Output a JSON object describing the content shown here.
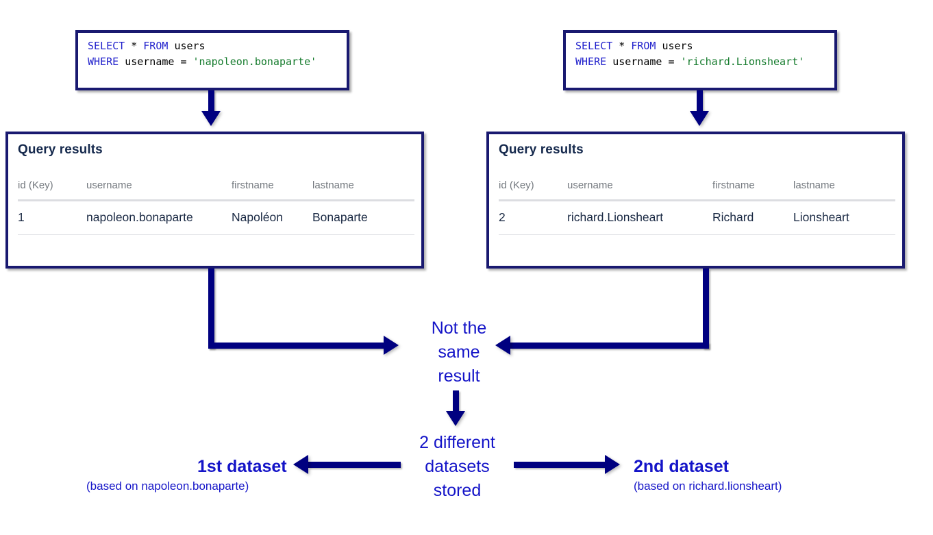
{
  "colors": {
    "border": "#191970",
    "connector": "#000080",
    "label_blue": "#1414c8",
    "keyword": "#2222cc",
    "string": "#137a2b",
    "header_gray": "#74797f",
    "title_navy": "#15294d"
  },
  "queries": [
    {
      "id": "left",
      "line1": {
        "keyword1": "SELECT",
        "star": "*",
        "keyword2": "FROM",
        "table": "users"
      },
      "line2": {
        "keyword": "WHERE",
        "column": "username",
        "operator": "=",
        "value": "'napoleon.bonaparte'"
      }
    },
    {
      "id": "right",
      "line1": {
        "keyword1": "SELECT",
        "star": "*",
        "keyword2": "FROM",
        "table": "users"
      },
      "line2": {
        "keyword": "WHERE",
        "column": "username",
        "operator": "=",
        "value": "'richard.Lionsheart'"
      }
    }
  ],
  "results": [
    {
      "id": "left",
      "title": "Query results",
      "columns": [
        "id (Key)",
        "username",
        "firstname",
        "lastname"
      ],
      "rows": [
        [
          "1",
          "napoleon.bonaparte",
          "Napoléon",
          "Bonaparte"
        ]
      ]
    },
    {
      "id": "right",
      "title": "Query results",
      "columns": [
        "id (Key)",
        "username",
        "firstname",
        "lastname"
      ],
      "rows": [
        [
          "2",
          "richard.Lionsheart",
          "Richard",
          "Lionsheart"
        ]
      ]
    }
  ],
  "center": {
    "not_same_result": "Not the\nsame\nresult",
    "two_datasets": "2 different\ndatasets\nstored"
  },
  "datasets": {
    "first": {
      "title": "1st dataset",
      "subtitle": "(based on napoleon.bonaparte)"
    },
    "second": {
      "title": "2nd dataset",
      "subtitle": "(based on richard.lionsheart)"
    }
  }
}
